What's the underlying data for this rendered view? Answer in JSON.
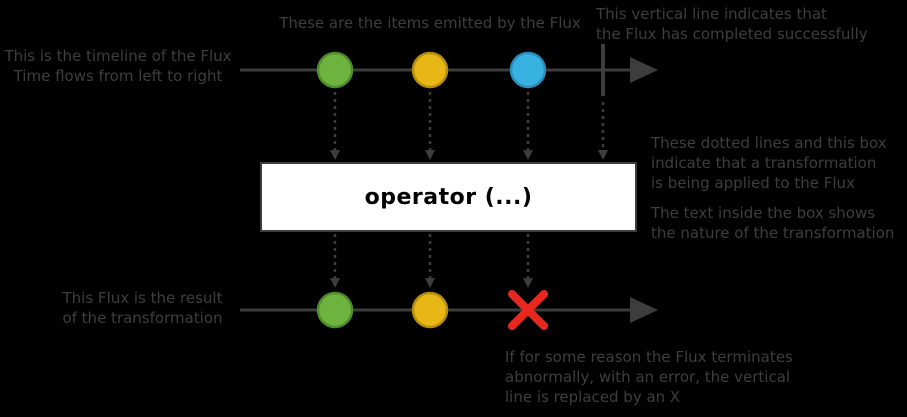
{
  "annotations": {
    "items_emitted": "These are the items emitted by the Flux",
    "completion_line": "This vertical line indicates that\nthe Flux has completed successfully",
    "timeline_info": "This is the timeline of the Flux\nTime flows from left to right",
    "transformation_info": "These dotted lines and this box\nindicate that a transformation\nis being applied to the Flux",
    "box_text_info": "The text inside the box shows\nthe nature of the transformation",
    "result_info": "This Flux is the result\nof the transformation",
    "error_info": "If for some reason the Flux terminates\nabnormally, with an error, the vertical\nline is replaced by an X"
  },
  "operator": {
    "label": "operator (...)"
  },
  "diagram": {
    "type": "marble-diagram",
    "source_timeline": {
      "items": [
        "green",
        "yellow",
        "blue"
      ],
      "terminal": "complete"
    },
    "operator": "operator (...)",
    "result_timeline": {
      "items": [
        "green",
        "yellow"
      ],
      "terminal": "error"
    }
  },
  "colors": {
    "background": "#000000",
    "annotation_text": "#3e3e3e",
    "line": "#3d3d3d",
    "marble_green_fill": "#6db33f",
    "marble_green_stroke": "#4f8c2a",
    "marble_yellow_fill": "#e8b715",
    "marble_yellow_stroke": "#b58d10",
    "marble_blue_fill": "#38b2e0",
    "marble_blue_stroke": "#2a8dba",
    "error_x": "#e8281e",
    "operator_box_bg": "#ffffff",
    "operator_box_border": "#3d3d3d",
    "operator_text": "#000000"
  }
}
